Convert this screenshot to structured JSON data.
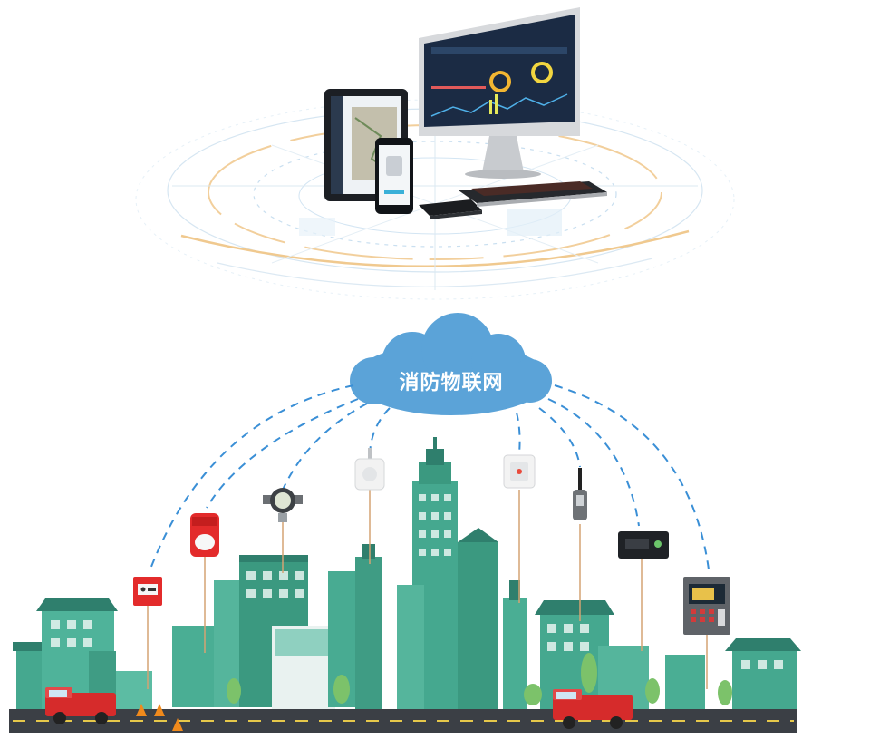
{
  "cloud": {
    "label": "消防物联网"
  },
  "colors": {
    "cloud": "#5ba3d8",
    "link": "#3a8fd6",
    "building": "#45a88f",
    "building_dark": "#2f7f6d",
    "road": "#3b3f45",
    "truck": "#d62b2b"
  },
  "devices": [
    {
      "id": "manual-alarm-button",
      "icon": "manual-call-point-icon"
    },
    {
      "id": "sound-light-alarm",
      "icon": "siren-icon"
    },
    {
      "id": "pressure-gauge",
      "icon": "gauge-icon"
    },
    {
      "id": "smoke-detector",
      "icon": "smoke-detector-icon"
    },
    {
      "id": "gas-detector",
      "icon": "detector-icon"
    },
    {
      "id": "water-level-sensor",
      "icon": "probe-icon"
    },
    {
      "id": "user-transmission-device",
      "icon": "transmitter-icon"
    },
    {
      "id": "fire-control-panel",
      "icon": "control-panel-icon"
    }
  ]
}
